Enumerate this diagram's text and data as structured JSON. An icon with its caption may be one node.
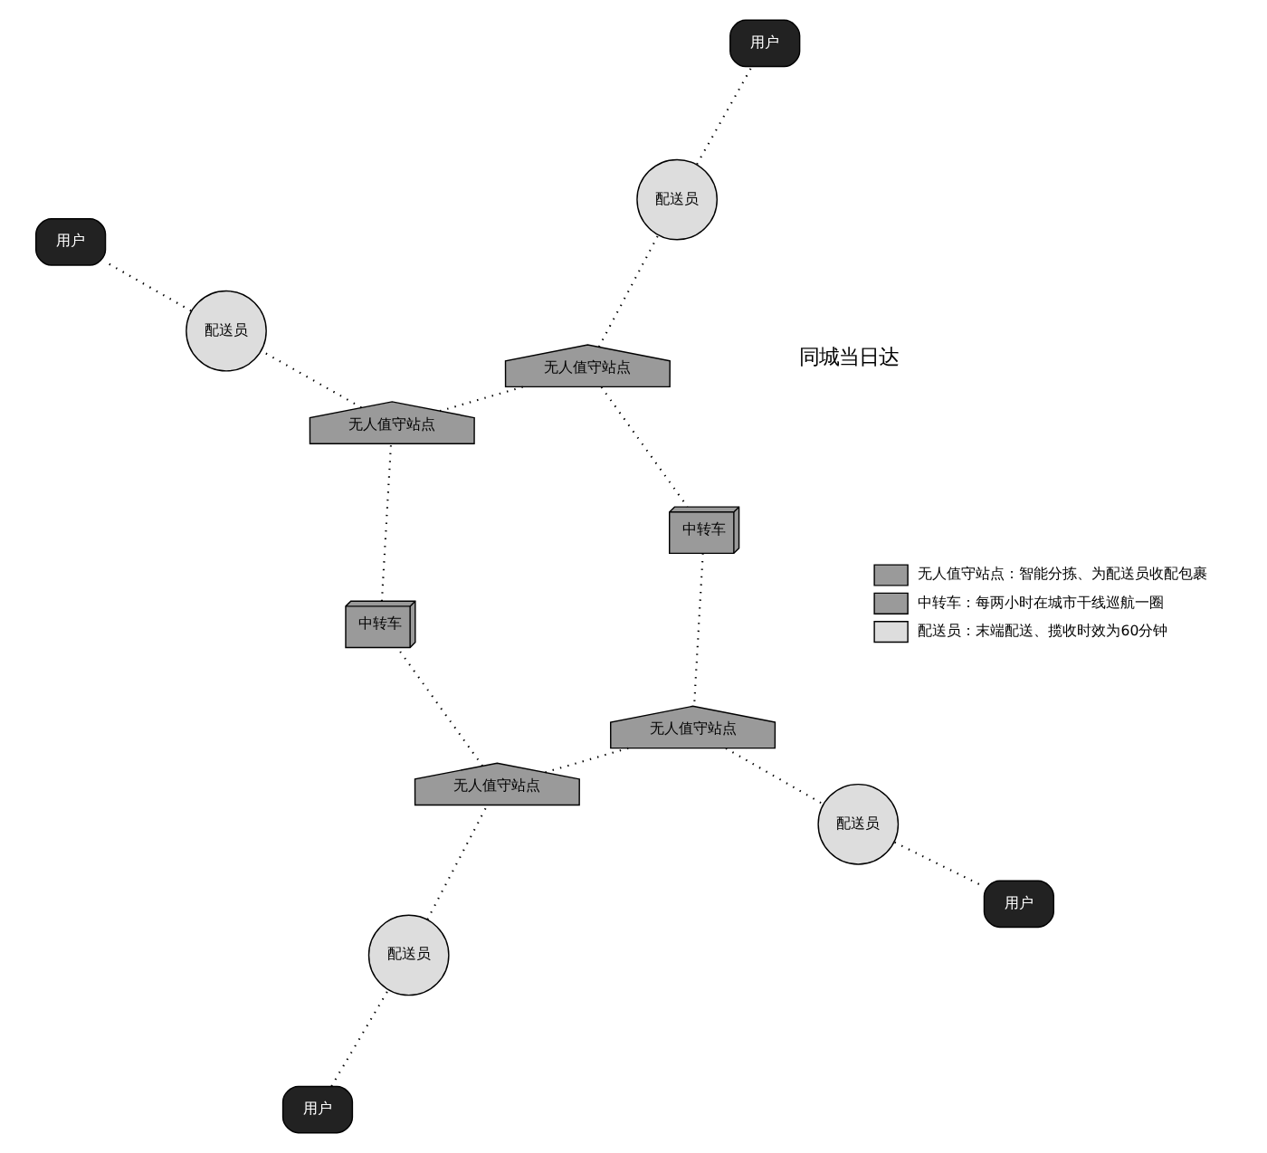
{
  "diagram": {
    "nodes": [
      {
        "text": [
          "用户"
        ]
      },
      {
        "text": [
          "配送员"
        ]
      },
      {
        "text": [
          "无人值守站点"
        ]
      },
      {
        "text": [
          "中转车"
        ]
      },
      {
        "text": [
          "配送员"
        ]
      },
      {
        "text": [
          "用户"
        ]
      },
      {
        "text": [
          "无人值守站点"
        ]
      },
      {
        "text": [
          "无人值守站点"
        ]
      },
      {
        "text": [
          "配送员"
        ]
      },
      {
        "text": [
          "中转车"
        ]
      },
      {
        "text": [
          "无人值守站点"
        ]
      },
      {
        "text": [
          "配送员"
        ]
      },
      {
        "text": [
          "用户"
        ]
      },
      {
        "text": [
          "用户"
        ]
      }
    ],
    "edges": [
      {
        "from": 0,
        "to": 1,
        "arrow": "none"
      },
      {
        "from": 1,
        "to": 2,
        "arrow": "none"
      },
      {
        "from": 2,
        "to": 3,
        "arrow": "none"
      },
      {
        "from": 3,
        "to": 6,
        "arrow": "none"
      },
      {
        "from": 6,
        "to": 4,
        "arrow": "none"
      },
      {
        "from": 4,
        "to": 5,
        "arrow": "none"
      },
      {
        "from": 6,
        "to": 10,
        "arrow": "none"
      },
      {
        "from": 10,
        "to": 11,
        "arrow": "none"
      },
      {
        "from": 11,
        "to": 13,
        "arrow": "none"
      },
      {
        "from": 10,
        "to": 9,
        "arrow": "none"
      },
      {
        "from": 9,
        "to": 7,
        "arrow": "none"
      },
      {
        "from": 7,
        "to": 8,
        "arrow": "none"
      },
      {
        "from": 8,
        "to": 12,
        "arrow": "none"
      },
      {
        "from": 7,
        "to": 2,
        "arrow": "none"
      }
    ],
    "labels": [
      "同城当日达"
    ],
    "legend": [
      {
        "text": "无人值守站点：智能分拣、为配送员收配包裹"
      },
      {
        "text": "中转车：每两小时在城市干线巡航一圈"
      },
      {
        "text": "配送员：末端配送、揽收时效为60分钟"
      }
    ]
  }
}
